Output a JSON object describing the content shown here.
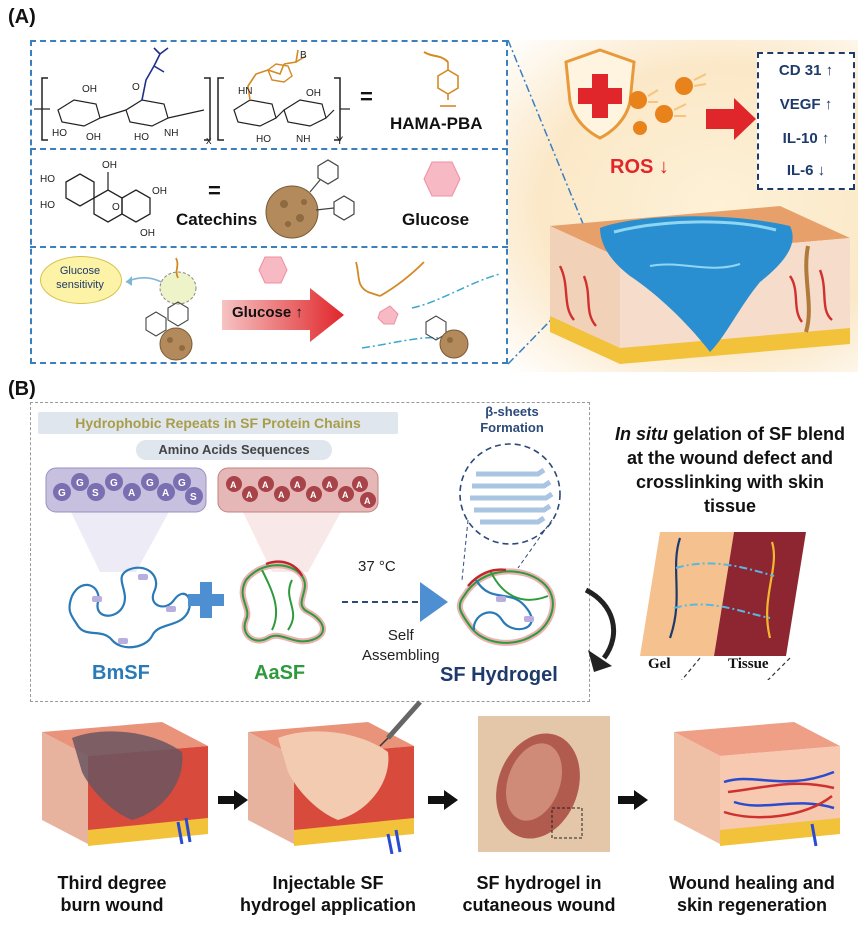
{
  "panel_a": {
    "label": "(A)",
    "hama_pba": "HAMA-PBA",
    "subscript_x": "x",
    "subscript_y": "Y",
    "equals": "=",
    "catechins": "Catechins",
    "glucose": "Glucose",
    "glucose_sensitivity": "Glucose\nsensitivity",
    "glucose_arrow": "Glucose ↑",
    "ros": "ROS ↓",
    "markers": [
      "CD 31 ↑",
      "VEGF ↑",
      "IL-10 ↑",
      "IL-6 ↓"
    ],
    "chem": {
      "oh": "OH",
      "ho": "HO",
      "o": "O",
      "nh": "NH",
      "hn": "HN",
      "b": "B"
    }
  },
  "panel_b": {
    "label": "(B)",
    "hydrophobic_title": "Hydrophobic Repeats in SF Protein Chains",
    "amino_title": "Amino Acids Sequences",
    "bm_sequence": [
      "G",
      "G",
      "S",
      "G",
      "A",
      "G",
      "A",
      "G",
      "S"
    ],
    "aa_sequence": [
      "A",
      "A",
      "A",
      "A",
      "A",
      "A",
      "A",
      "A",
      "A",
      "A"
    ],
    "beta_sheets": "β-sheets\nFormation",
    "temperature": "37 °C",
    "self_assembling": "Self\nAssembling",
    "bmsf": "BmSF",
    "aasf": "AaSF",
    "sf_hydrogel": "SF Hydrogel",
    "in_situ_italic": "In situ",
    "in_situ_rest": " gelation of SF blend at the wound defect and crosslinking with skin tissue",
    "gel": "Gel",
    "tissue": "Tissue",
    "steps": [
      "Third degree\nburn wound",
      "Injectable SF\nhydrogel application",
      "SF hydrogel in\ncutaneous wound",
      "Wound healing and\nskin regeneration"
    ]
  },
  "colors": {
    "dash_blue": "#3a7fc0",
    "navy": "#1d3a6b",
    "red": "#e0262a",
    "orange": "#e8a13a",
    "bmsf_blue": "#2a7ab8",
    "aasf_green": "#2e9a3c"
  }
}
